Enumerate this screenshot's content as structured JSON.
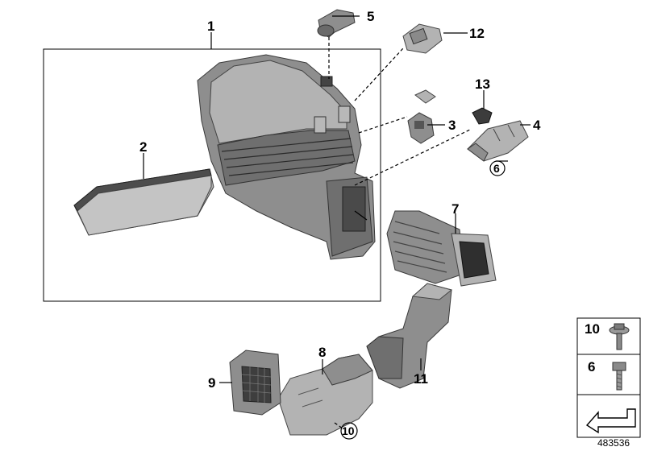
{
  "callouts": {
    "c1": "1",
    "c2": "2",
    "c3": "3",
    "c4": "4",
    "c5": "5",
    "c6": "6",
    "c7": "7",
    "c8": "8",
    "c9": "9",
    "c10": "10",
    "c11": "11",
    "c12": "12",
    "c13": "13"
  },
  "legend": {
    "item_a": "10",
    "item_b": "6"
  },
  "diagram_number": "483536"
}
